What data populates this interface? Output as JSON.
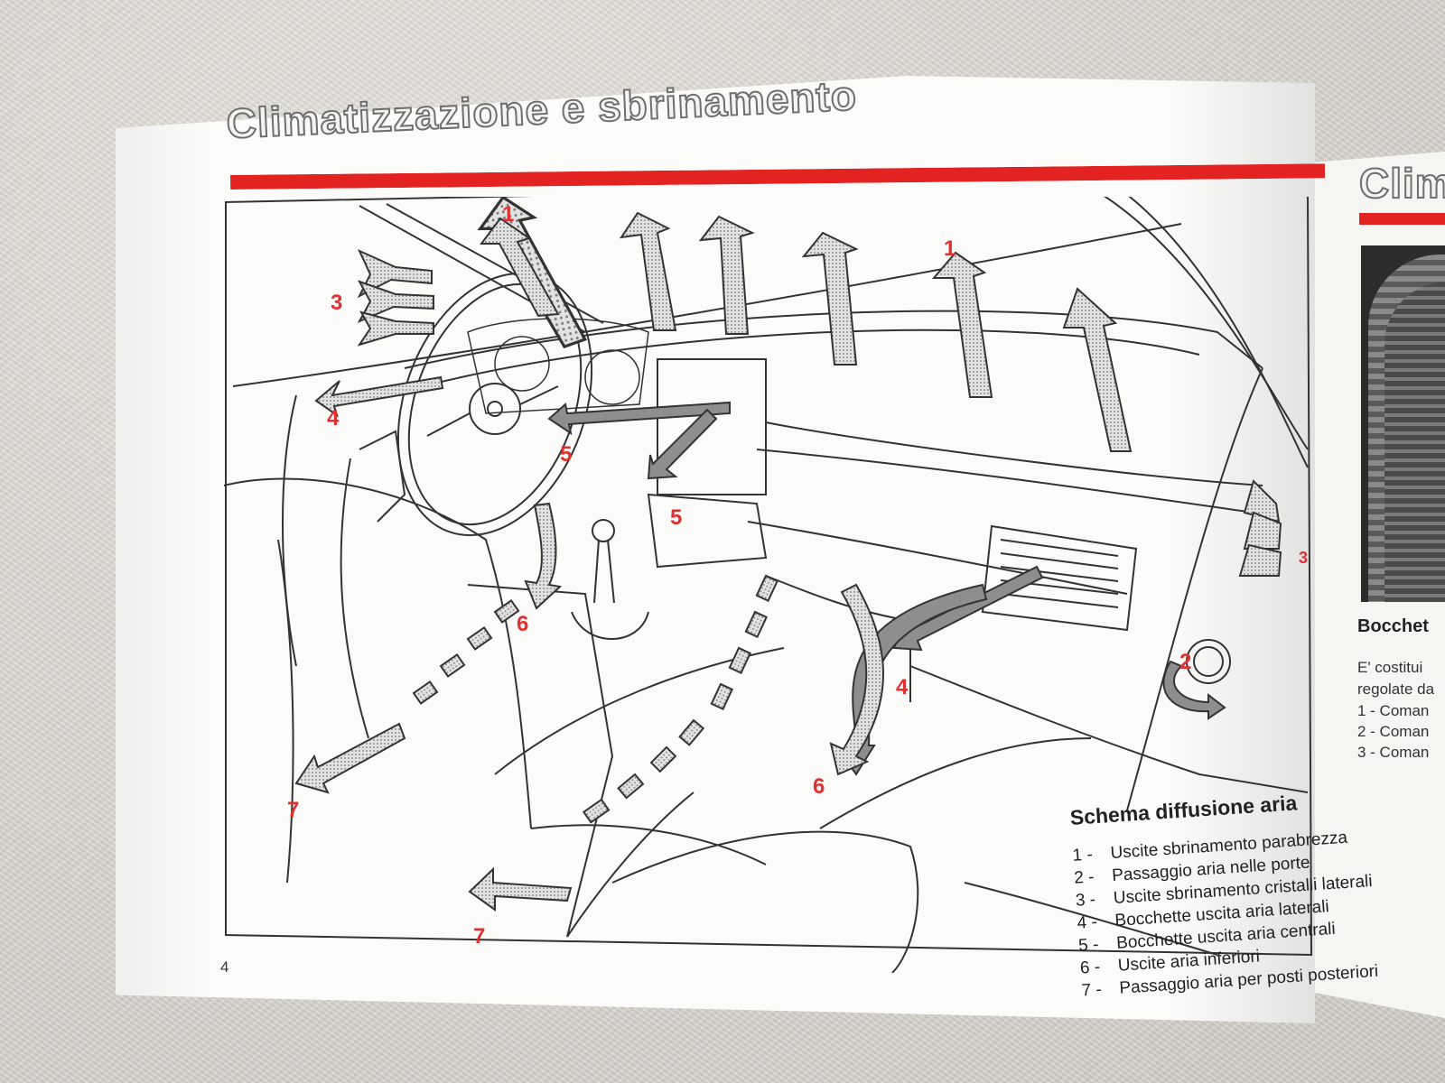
{
  "left_page": {
    "title": "Climatizzazione e sbrinamento",
    "page_number": "4",
    "callouts": {
      "c1a": "1",
      "c1b": "1",
      "c2": "2",
      "c3": "3",
      "c3b": "3",
      "c4a": "4",
      "c4b": "4",
      "c5a": "5",
      "c5b": "5",
      "c6a": "6",
      "c6b": "6",
      "c7a": "7",
      "c7b": "7"
    },
    "legend": {
      "title": "Schema diffusione aria",
      "items": [
        {
          "number": "1 -",
          "text": "Uscite sbrinamento parabrezza"
        },
        {
          "number": "2 -",
          "text": "Passaggio aria nelle porte"
        },
        {
          "number": "3 -",
          "text": "Uscite sbrinamento cristalli laterali"
        },
        {
          "number": "4 -",
          "text": "Bocchette uscita aria laterali"
        },
        {
          "number": "5 -",
          "text": "Bocchette uscita aria centrali"
        },
        {
          "number": "6 -",
          "text": "Uscite aria inferiori"
        },
        {
          "number": "7 -",
          "text": "Passaggio aria per posti posteriori"
        }
      ]
    }
  },
  "right_page": {
    "title": "Clim",
    "heading": "Bocchet",
    "lines": [
      "E' costitui",
      "regolate da",
      "1 - Coman",
      "2 - Coman",
      "3 - Coman"
    ]
  },
  "colors": {
    "accent_red": "#e32222",
    "callout_red": "#e03030"
  }
}
